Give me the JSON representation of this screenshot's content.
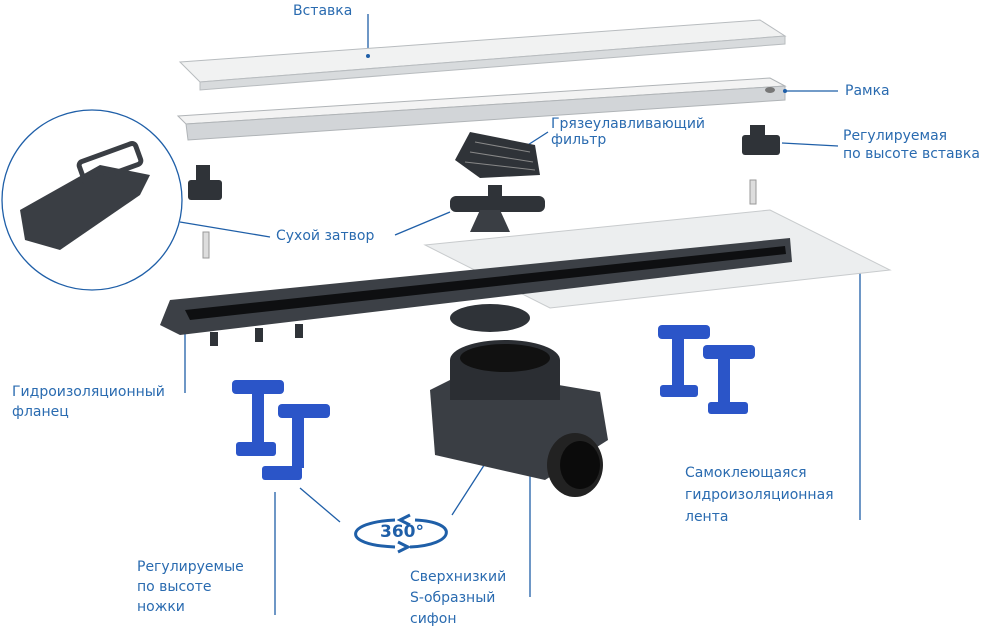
{
  "labels": {
    "insert": "Вставка",
    "frame": "Рамка",
    "filter": [
      "Грязеулавливающий",
      "фильтр"
    ],
    "adjustable_insert": [
      "Регулируемая",
      "по высоте вставка"
    ],
    "dry_seal": "Сухой затвор",
    "flange": [
      "Гидроизоляционный",
      "фланец"
    ],
    "tape": [
      "Самоклеющаяся",
      "гидроизоляционная",
      "лента"
    ],
    "feet": [
      "Регулируемые",
      "по высоте",
      "ножки"
    ],
    "siphon": [
      "Сверхнизкий",
      "S-образный",
      "сифон"
    ]
  },
  "rotation_badge": "360°",
  "colors": {
    "label": "#2a6bb0",
    "leader_line": "#1f5fa8",
    "feet": "#2b55c8",
    "dark_part": "#2f3338"
  }
}
